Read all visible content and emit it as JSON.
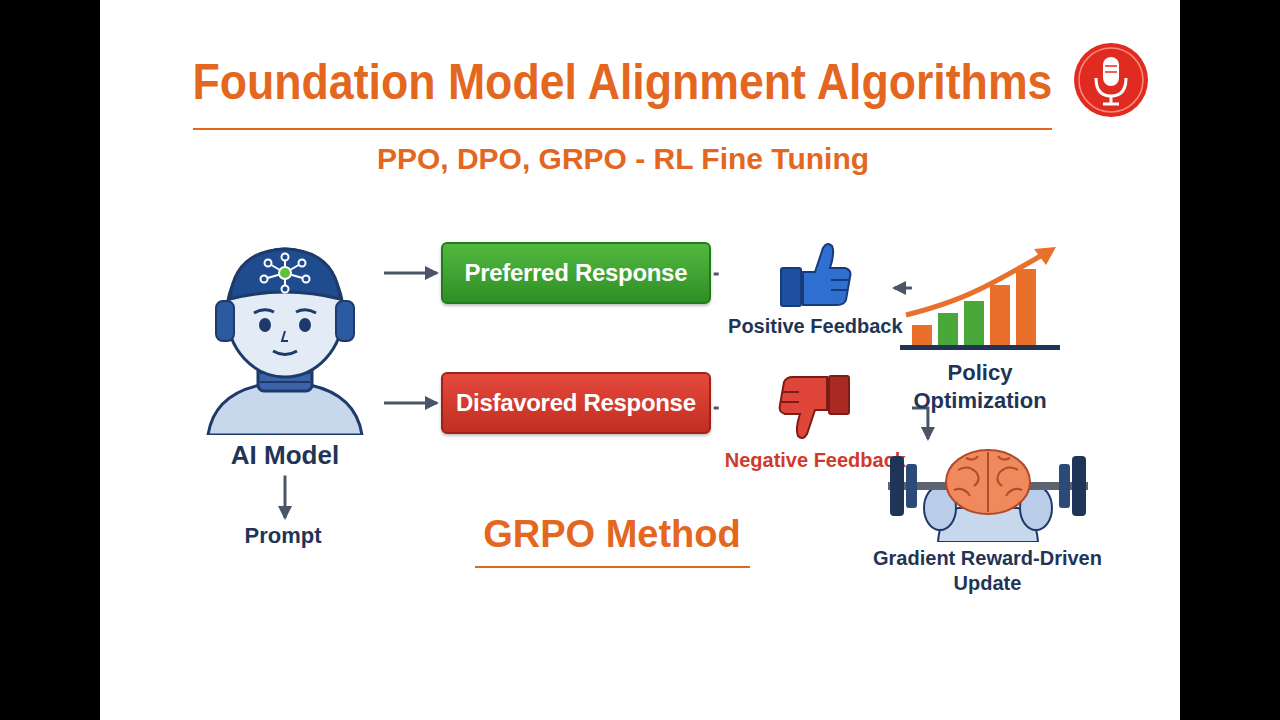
{
  "diagram": {
    "title": "Foundation Model Alignment Algorithms",
    "nodes": [
      {
        "text": [
          "AI Model"
        ]
      },
      {
        "text": [
          "Preferred Response"
        ]
      },
      {
        "text": [
          "Disfavored Response"
        ]
      },
      {
        "text": [
          "Positive Feedback"
        ]
      },
      {
        "text": [
          "Negative Feedback"
        ]
      },
      {
        "text": [
          "Policy Optimization"
        ]
      },
      {
        "text": [
          "Gradient Reward-Driven Update"
        ]
      },
      {
        "text": [
          "Prompt"
        ]
      }
    ],
    "edges": [
      {
        "from": 0,
        "to": 1,
        "arrow": "to"
      },
      {
        "from": 0,
        "to": 2,
        "arrow": "to"
      },
      {
        "from": 1,
        "to": 3,
        "arrow": "none"
      },
      {
        "from": 2,
        "to": 4,
        "arrow": "none"
      },
      {
        "from": 3,
        "to": 5,
        "arrow": "to"
      },
      {
        "from": 4,
        "to": 6,
        "arrow": "to"
      },
      {
        "from": 0,
        "to": 7,
        "arrow": "to"
      }
    ],
    "labels": [
      "PPO, DPO, GRPO - RL Fine Tuning",
      "GRPO Method"
    ]
  }
}
